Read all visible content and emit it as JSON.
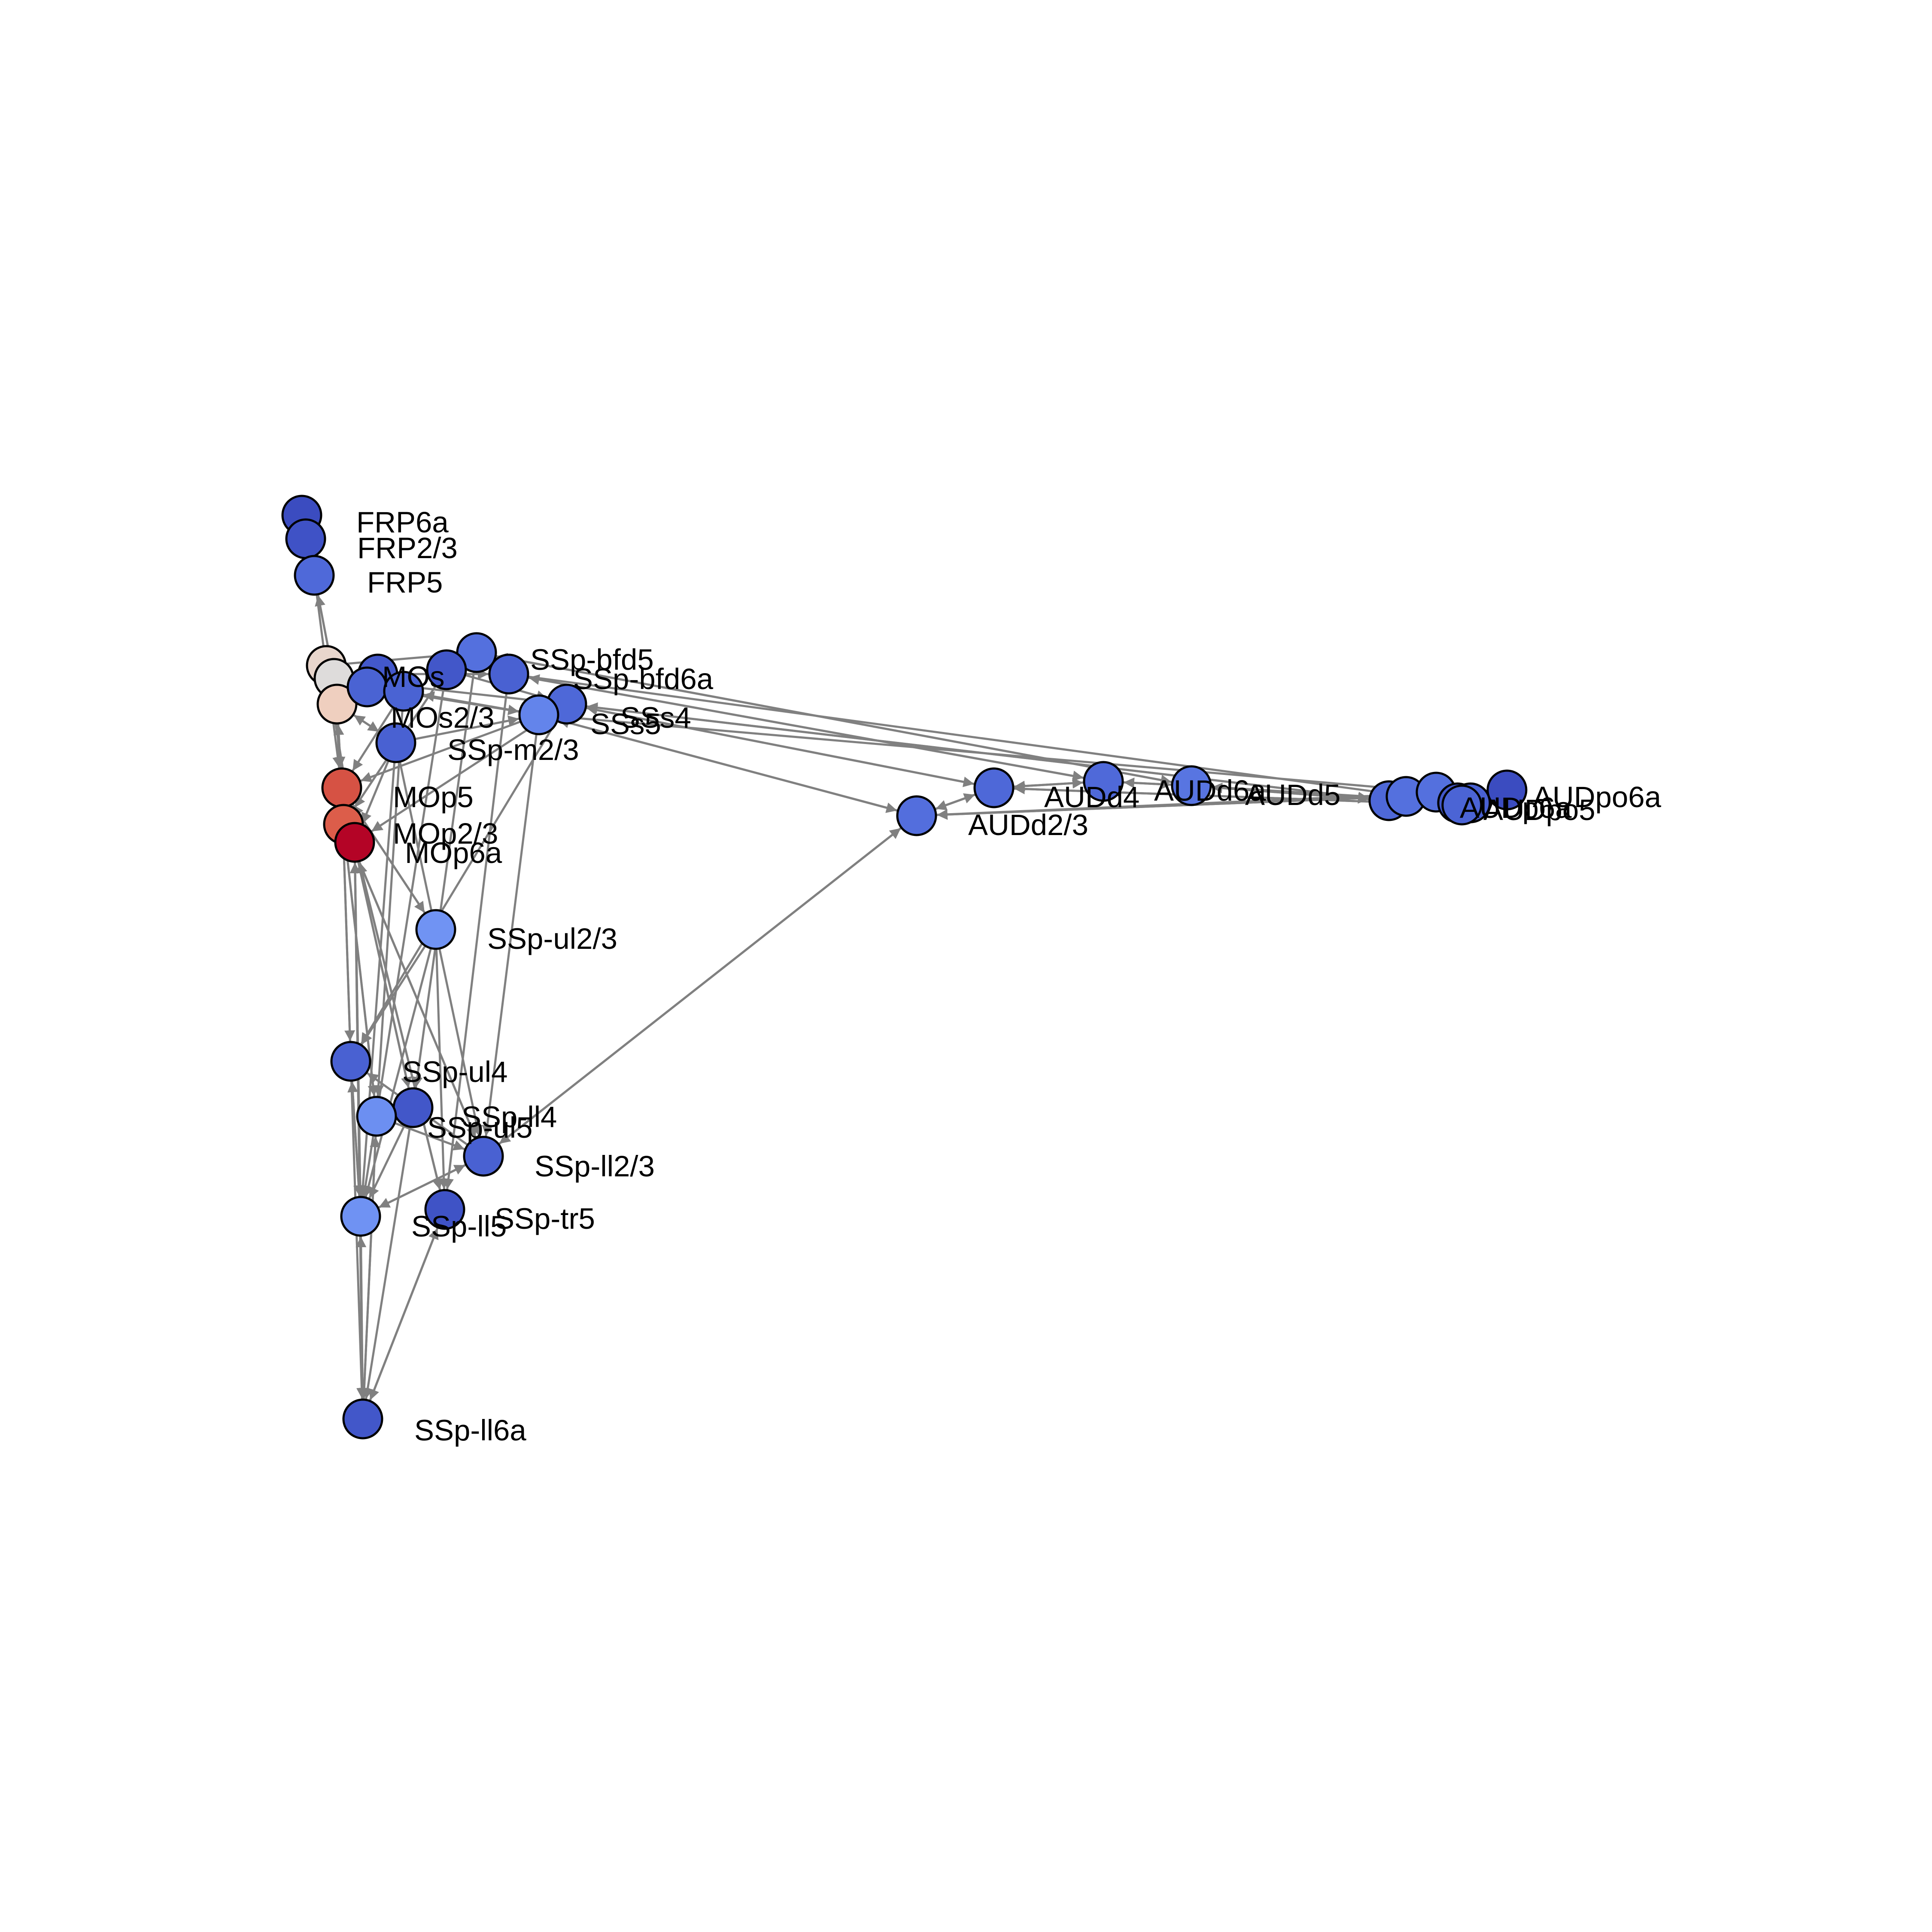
{
  "diagram": {
    "type": "directed-network",
    "edge_color": "#808080",
    "node_stroke": "#000000",
    "nodes": [
      {
        "id": "FRP6a",
        "label": "FRP6a",
        "color": "#3b4cc0"
      },
      {
        "id": "FRP2/3",
        "label": "FRP2/3",
        "color": "#3f52c6"
      },
      {
        "id": "FRP5",
        "label": "FRP5",
        "color": "#4f69d9"
      },
      {
        "id": "MOs6a",
        "label": "",
        "color": "#e8d6cc"
      },
      {
        "id": "MOs5",
        "label": "",
        "color": "#dedcdb"
      },
      {
        "id": "MOs2/3",
        "label": "MOs2/3",
        "color": "#efcfbf"
      },
      {
        "id": "MOs-a",
        "label": "MOs",
        "color": "#4358cb"
      },
      {
        "id": "SSp-n",
        "label": "",
        "color": "#4a63d3"
      },
      {
        "id": "SSp-bfd5",
        "label": "SSp-bfd5",
        "color": "#5470de"
      },
      {
        "id": "SSp-bfd6a",
        "label": "SSp-bfd6a",
        "color": "#4961d2"
      },
      {
        "id": "SSp-bfd-a",
        "label": "",
        "color": "#4257c9"
      },
      {
        "id": "SSp-bfd-b",
        "label": "",
        "color": "#4a63d3"
      },
      {
        "id": "SSs4",
        "label": "SSs4",
        "color": "#4e68d8"
      },
      {
        "id": "SSs5",
        "label": "SSs5",
        "color": "#6384eb"
      },
      {
        "id": "SSp-m2/3",
        "label": "SSp-m2/3",
        "color": "#4961d2"
      },
      {
        "id": "MOp5",
        "label": "MOp5",
        "color": "#d65244"
      },
      {
        "id": "MOp2/3",
        "label": "MOp2/3",
        "color": "#dc5d4a"
      },
      {
        "id": "MOp6a",
        "label": "MOp6a",
        "color": "#b40426"
      },
      {
        "id": "SSp-ul2/3",
        "label": "SSp-ul2/3",
        "color": "#7093f3"
      },
      {
        "id": "SSp-ul4",
        "label": "SSp-ul4",
        "color": "#4961d2"
      },
      {
        "id": "SSp-ll4",
        "label": "SSp-ll4",
        "color": "#4257c9"
      },
      {
        "id": "SSp-ul5",
        "label": "SSp-ul5",
        "color": "#6c8ff1"
      },
      {
        "id": "SSp-ll2/3",
        "label": "SSp-ll2/3",
        "color": "#4961d2"
      },
      {
        "id": "SSp-ll5",
        "label": "SSp-ll5",
        "color": "#6f92f3"
      },
      {
        "id": "SSp-tr5",
        "label": "SSp-tr5",
        "color": "#3f53c6"
      },
      {
        "id": "SSp-ll6a",
        "label": "SSp-ll6a",
        "color": "#4257c9"
      },
      {
        "id": "AUDd2/3",
        "label": "AUDd2/3",
        "color": "#536edd"
      },
      {
        "id": "AUDd4",
        "label": "AUDd4",
        "color": "#4e68d8"
      },
      {
        "id": "AUDd6a",
        "label": "AUDd6a",
        "color": "#4f69d9"
      },
      {
        "id": "AUDd5",
        "label": "AUDd5",
        "color": "#5875e1"
      },
      {
        "id": "AUDp2/3",
        "label": "",
        "color": "#4e68d8"
      },
      {
        "id": "AUDp4",
        "label": "",
        "color": "#5470de"
      },
      {
        "id": "AUDp5",
        "label": "",
        "color": "#5470de"
      },
      {
        "id": "AUDp6a",
        "label": "AUDp6a",
        "color": "#4257c9"
      },
      {
        "id": "AUDv",
        "label": "",
        "color": "#4961d2"
      },
      {
        "id": "AUDpo",
        "label": "AUDpo5",
        "color": "#4b64d5"
      },
      {
        "id": "AUDpo6a",
        "label": "AUDpo6a",
        "color": "#3b4cc0"
      }
    ]
  }
}
